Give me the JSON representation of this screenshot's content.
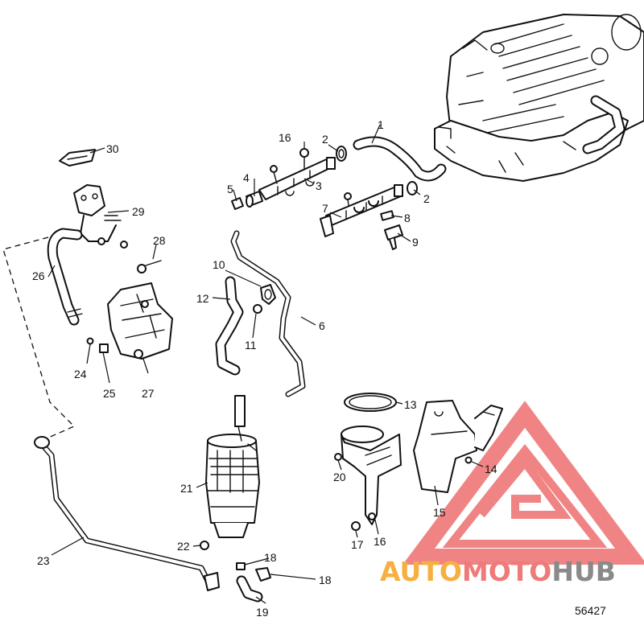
{
  "figure_number": "56427",
  "callouts": [
    {
      "label": "1"
    },
    {
      "label": "2"
    },
    {
      "label": "2"
    },
    {
      "label": "3"
    },
    {
      "label": "4"
    },
    {
      "label": "5"
    },
    {
      "label": "6"
    },
    {
      "label": "7"
    },
    {
      "label": "8"
    },
    {
      "label": "9"
    },
    {
      "label": "10"
    },
    {
      "label": "11"
    },
    {
      "label": "12"
    },
    {
      "label": "13"
    },
    {
      "label": "14"
    },
    {
      "label": "15"
    },
    {
      "label": "16"
    },
    {
      "label": "16"
    },
    {
      "label": "17"
    },
    {
      "label": "18"
    },
    {
      "label": "18"
    },
    {
      "label": "19"
    },
    {
      "label": "20"
    },
    {
      "label": "21"
    },
    {
      "label": "22"
    },
    {
      "label": "23"
    },
    {
      "label": "24"
    },
    {
      "label": "25"
    },
    {
      "label": "26"
    },
    {
      "label": "27"
    },
    {
      "label": "28"
    },
    {
      "label": "29"
    },
    {
      "label": "30"
    }
  ],
  "watermark": {
    "text_part1": "AUTO",
    "text_part2": "MOTO",
    "text_part3": "HUB",
    "color_part1": "#f5b041",
    "color_part2": "#ef7a7a",
    "color_part3": "#8a8a8a",
    "logo_color": "#ee6f6f"
  }
}
